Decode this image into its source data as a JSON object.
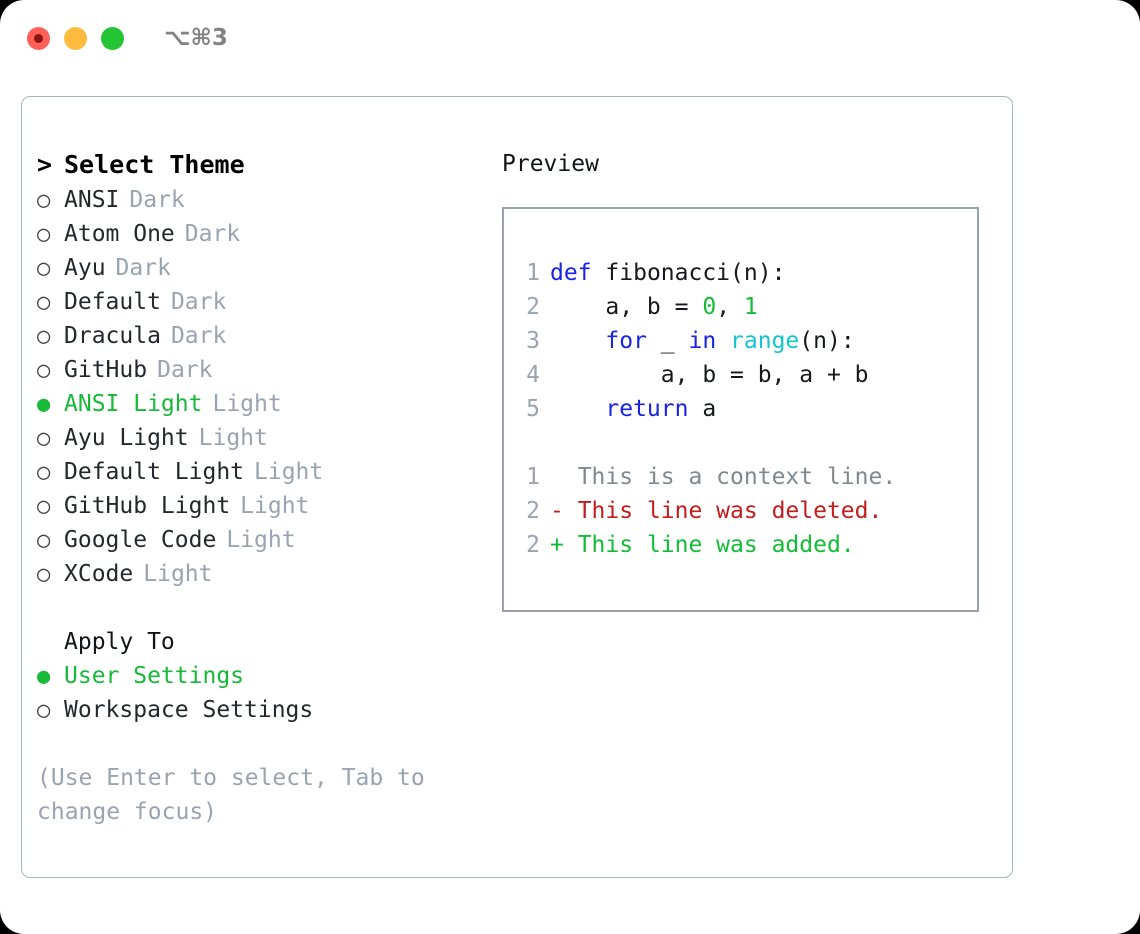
{
  "titlebar": {
    "shortcut": "⌥⌘3",
    "buttons": [
      "close",
      "minimize",
      "maximize"
    ]
  },
  "theme_picker": {
    "header": {
      "caret": ">",
      "title": "Select Theme"
    },
    "bullet_selected": "●",
    "bullet_unselected": "○",
    "items": [
      {
        "label": "ANSI",
        "tag": "Dark",
        "selected": false
      },
      {
        "label": "Atom One",
        "tag": "Dark",
        "selected": false
      },
      {
        "label": "Ayu",
        "tag": "Dark",
        "selected": false
      },
      {
        "label": "Default",
        "tag": "Dark",
        "selected": false
      },
      {
        "label": "Dracula",
        "tag": "Dark",
        "selected": false
      },
      {
        "label": "GitHub",
        "tag": "Dark",
        "selected": false
      },
      {
        "label": "ANSI Light",
        "tag": "Light",
        "selected": true
      },
      {
        "label": "Ayu Light",
        "tag": "Light",
        "selected": false
      },
      {
        "label": "Default Light",
        "tag": "Light",
        "selected": false
      },
      {
        "label": "GitHub Light",
        "tag": "Light",
        "selected": false
      },
      {
        "label": "Google Code",
        "tag": "Light",
        "selected": false
      },
      {
        "label": "XCode",
        "tag": "Light",
        "selected": false
      }
    ]
  },
  "apply_to": {
    "title": "Apply To",
    "options": [
      {
        "label": "User Settings",
        "selected": true
      },
      {
        "label": "Workspace Settings",
        "selected": false
      }
    ]
  },
  "hint": "(Use Enter to select, Tab to change focus)",
  "preview": {
    "title": "Preview",
    "code_lines": [
      {
        "no": "1",
        "tokens": [
          {
            "t": "def",
            "k": "kw"
          },
          {
            "t": " ",
            "k": "plain"
          },
          {
            "t": "fibonacci(n):",
            "k": "plain"
          }
        ]
      },
      {
        "no": "2",
        "tokens": [
          {
            "t": "    a, b = ",
            "k": "plain"
          },
          {
            "t": "0",
            "k": "num"
          },
          {
            "t": ", ",
            "k": "plain"
          },
          {
            "t": "1",
            "k": "num"
          }
        ]
      },
      {
        "no": "3",
        "tokens": [
          {
            "t": "    ",
            "k": "plain"
          },
          {
            "t": "for",
            "k": "kw"
          },
          {
            "t": " _ ",
            "k": "plain"
          },
          {
            "t": "in",
            "k": "kw"
          },
          {
            "t": " ",
            "k": "plain"
          },
          {
            "t": "range",
            "k": "fn"
          },
          {
            "t": "(n):",
            "k": "plain"
          }
        ]
      },
      {
        "no": "4",
        "tokens": [
          {
            "t": "        a, b = b, a + b",
            "k": "plain"
          }
        ]
      },
      {
        "no": "5",
        "tokens": [
          {
            "t": "    ",
            "k": "plain"
          },
          {
            "t": "return",
            "k": "kw"
          },
          {
            "t": " a",
            "k": "plain"
          }
        ]
      }
    ],
    "diff_lines": [
      {
        "no": "1",
        "marker": "  ",
        "text": "This is a context line.",
        "kind": "ctx"
      },
      {
        "no": "2",
        "marker": "- ",
        "text": "This line was deleted.",
        "kind": "del"
      },
      {
        "no": "2",
        "marker": "+ ",
        "text": "This line was added.",
        "kind": "add"
      }
    ]
  },
  "colors": {
    "accent_green": "#12bd35",
    "keyword_blue": "#1723e8",
    "function_cyan": "#16c3d2",
    "diff_delete_red": "#c41d1d",
    "muted_gray": "#9aa3b0",
    "border_gray": "#aab3bf"
  }
}
